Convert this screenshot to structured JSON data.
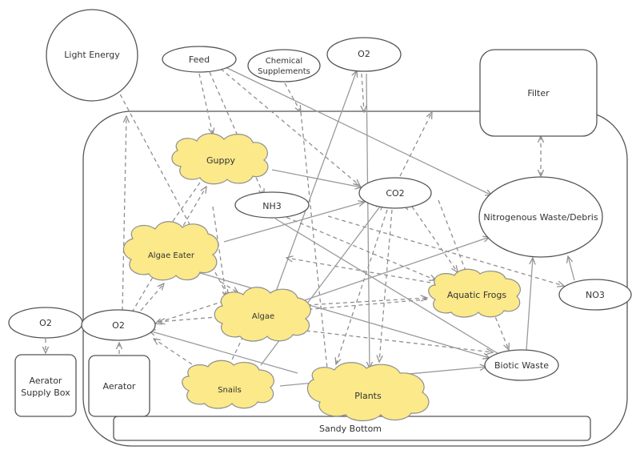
{
  "colors": {
    "organism_fill": "#fbe98a",
    "organism_stroke": "#8f8f8f",
    "box_fill": "#ffffff",
    "box_stroke": "#555555",
    "edge_solid": "#9a9a9a",
    "edge_dashed": "#8f8f8f"
  },
  "nodes": {
    "light_energy": "Light Energy",
    "feed": "Feed",
    "chemical_supplements_1": "Chemical",
    "chemical_supplements_2": "Supplements",
    "o2_top": "O2",
    "filter": "Filter",
    "guppy": "Guppy",
    "nh3": "NH3",
    "co2": "CO2",
    "nitrogenous_waste": "Nitrogenous Waste/Debris",
    "algae_eater": "Algae Eater",
    "aquatic_frogs": "Aquatic Frogs",
    "no3": "NO3",
    "o2_outside": "O2",
    "o2_inside": "O2",
    "algae": "Algae",
    "biotic_waste": "Biotic Waste",
    "aerator_supply_1": "Aerator",
    "aerator_supply_2": "Supply Box",
    "aerator": "Aerator",
    "snails": "Snails",
    "plants": "Plants",
    "sandy_bottom": "Sandy Bottom"
  }
}
